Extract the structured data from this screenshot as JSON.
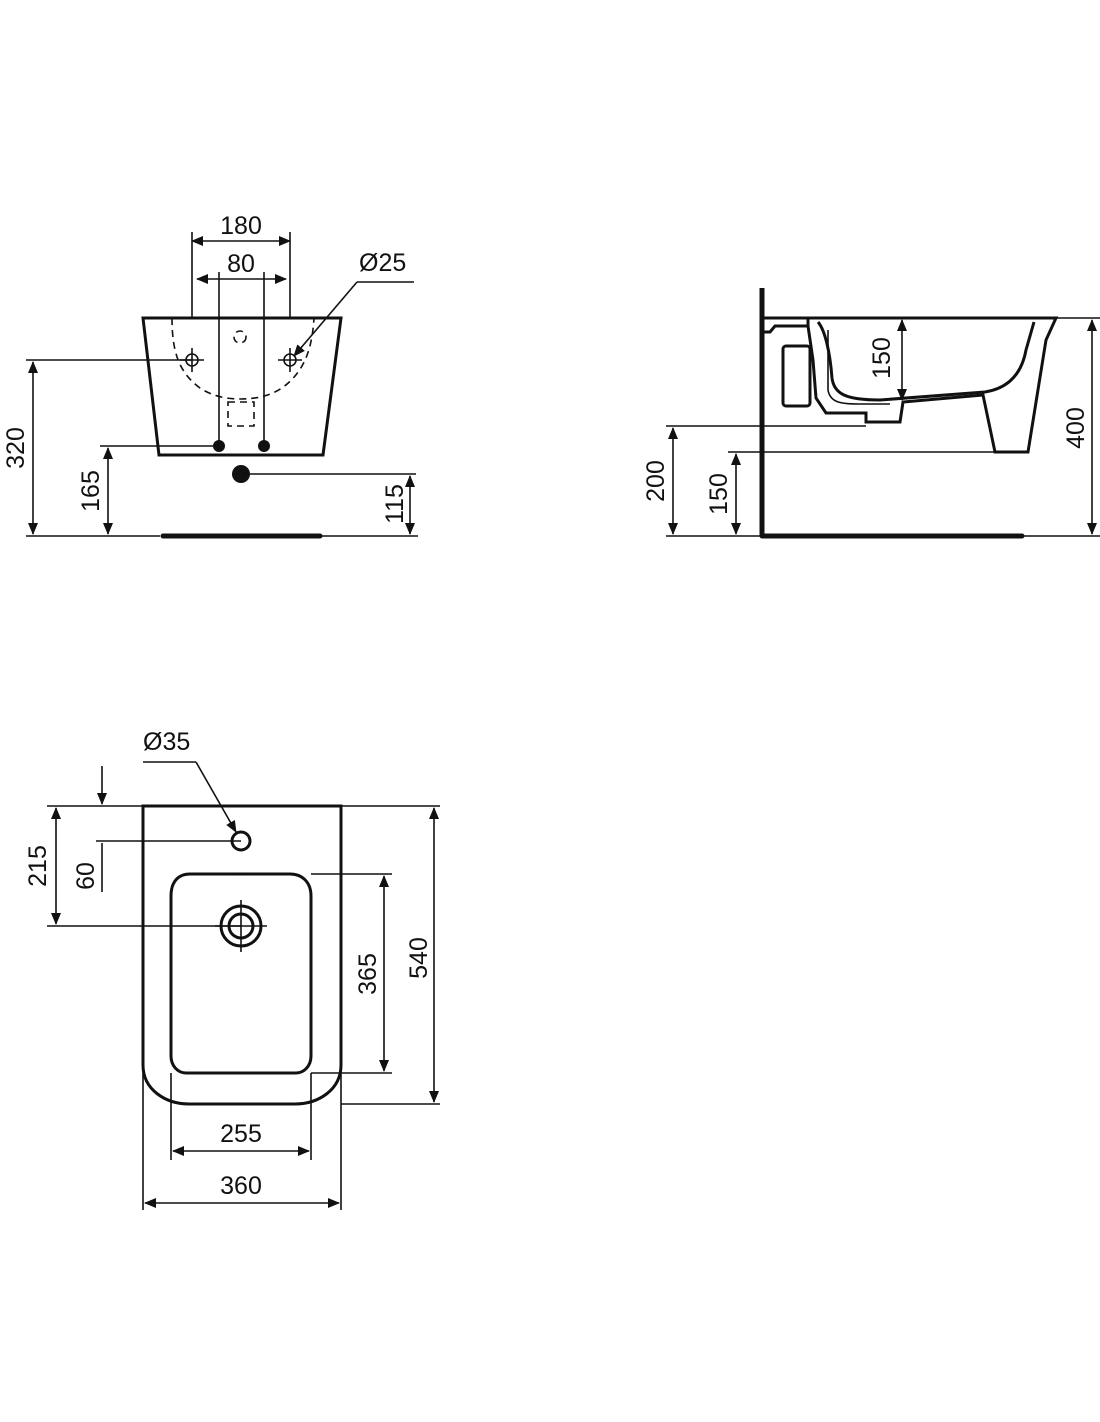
{
  "front_view": {
    "dim_tap_holes": "180",
    "dim_fixing_spacing": "80",
    "dim_fixing_hole_dia": "Ø25",
    "dim_height_top": "320",
    "dim_height_fixings": "165",
    "dim_height_drain": "115"
  },
  "side_view": {
    "dim_bowl_depth": "150",
    "dim_overall_height": "400",
    "dim_outlet_height": "200",
    "dim_supply_height": "150"
  },
  "plan_view": {
    "dim_tap_hole_dia": "Ø35",
    "dim_waste_from_back": "215",
    "dim_tap_from_back": "60",
    "dim_bowl_length": "365",
    "dim_overall_length": "540",
    "dim_bowl_width": "255",
    "dim_overall_width": "360"
  }
}
